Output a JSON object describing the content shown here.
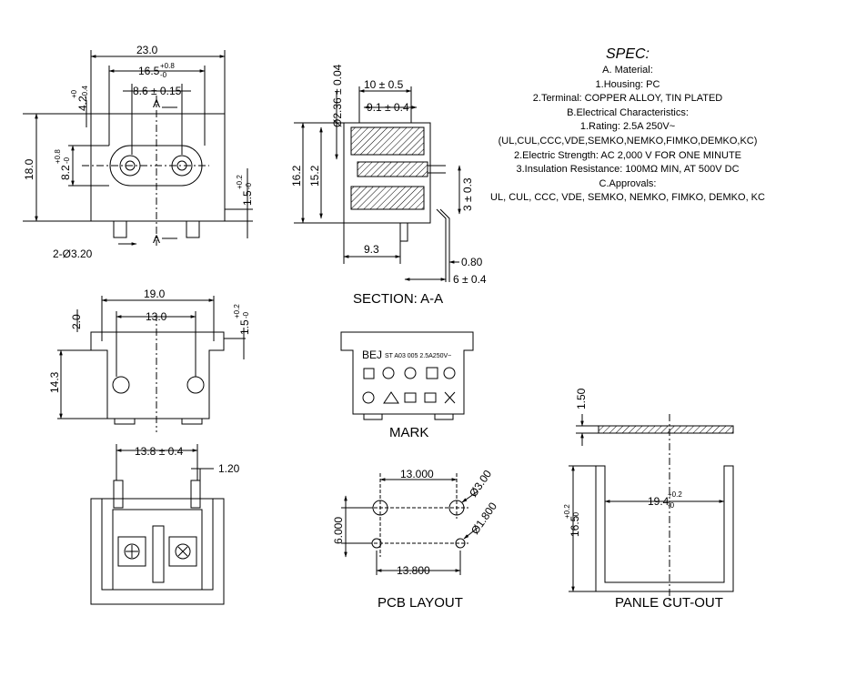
{
  "spec": {
    "title": "SPEC:",
    "lines": [
      "A. Material:",
      "1.Housing: PC",
      "2.Terminal: COPPER ALLOY, TIN PLATED",
      "B.Electrical Characteristics:",
      "1.Rating:  2.5A 250V~",
      "(UL,CUL,CCC,VDE,SEMKO,NEMKO,FIMKO,DEMKO,KC)",
      "2.Electric Strength: AC 2,000 V FOR ONE MINUTE",
      "3.Insulation Resistance: 100MΩ MIN, AT 500V DC",
      "C.Approvals:",
      "UL, CUL, CCC, VDE, SEMKO, NEMKO, FIMKO, DEMKO, KC"
    ]
  },
  "front_view": {
    "width": "23.0",
    "pin_spacing": "16.5",
    "pin_spacing_tol_upper": "+0.8",
    "pin_spacing_tol_lower": "-0",
    "center_offset": "8.6 ± 0.15",
    "section_marker": "A",
    "top_offset": "4.2",
    "top_offset_tol_upper": "+0",
    "top_offset_tol_lower": "-0.4",
    "height": "18.0",
    "inner_height": "8.2",
    "inner_height_tol_upper": "+0.8",
    "inner_height_tol_lower": "-0",
    "flange": "1.5",
    "flange_tol_upper": "+0.2",
    "flange_tol_lower": "-0",
    "mount_holes": "2-Ø3.20"
  },
  "section_view": {
    "depth": "10 ± 0.5",
    "inner_depth": "9.1 ± 0.4",
    "pin_diameter": "Ø2.36 ± 0.04",
    "total_height": "16.2",
    "body_height": "15.2",
    "pin_offset": "3 ± 0.3",
    "front_depth": "9.3",
    "terminal_thickness": "0.80",
    "terminal_length": "6 ± 0.4",
    "caption": "SECTION: A-A"
  },
  "top_view": {
    "width": "19.0",
    "inner_width": "13.0",
    "edge": "2.0",
    "height": "14.3",
    "flange": "1.5",
    "flange_tol_upper": "+0.2",
    "flange_tol_lower": "-0"
  },
  "bottom_view": {
    "spacing": "13.8 ± 0.4",
    "tab": "1.20"
  },
  "mark_view": {
    "text": "BEJ",
    "rating_code": "ST A03  005 2.5A250V~",
    "caption": "MARK"
  },
  "pcb_layout": {
    "top_spacing": "13.000",
    "bottom_spacing": "13.800",
    "vertical_spacing": "6.000",
    "large_hole": "Ø3.00",
    "small_hole": "Ø1.800",
    "caption": "PCB LAYOUT"
  },
  "panel_cutout": {
    "thickness": "1.50",
    "width": "19.4",
    "width_tol_upper": "+0.2",
    "width_tol_lower": "-0",
    "height": "16.5",
    "height_tol_upper": "+0.2",
    "height_tol_lower": "-0",
    "caption": "PANLE CUT-OUT"
  }
}
